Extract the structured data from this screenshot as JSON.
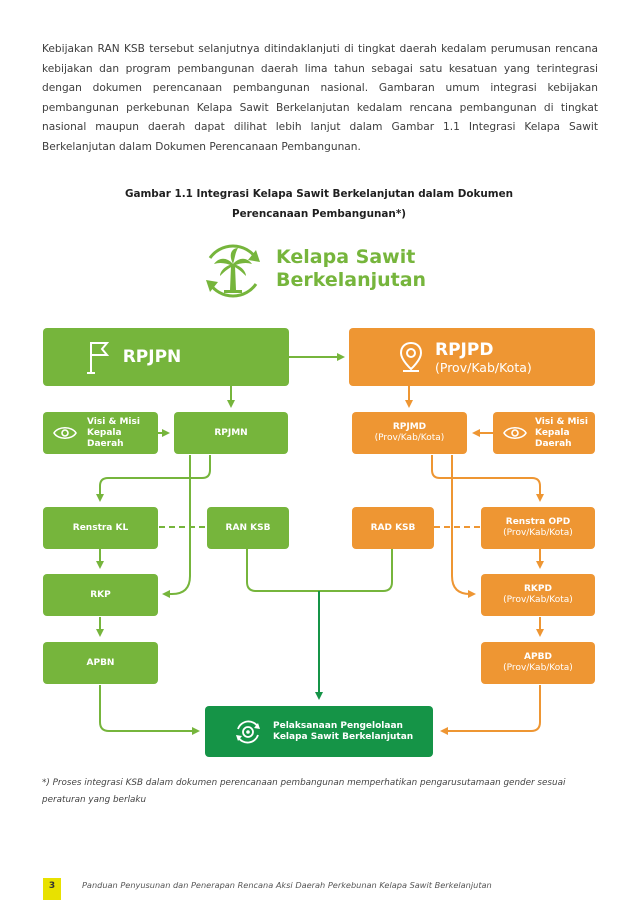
{
  "intro_paragraph": "Kebijakan RAN KSB tersebut selanjutnya ditindaklanjuti di tingkat daerah kedalam perumusan rencana kebijakan dan program pembangunan daerah lima tahun sebagai satu kesatuan yang terintegrasi dengan dokumen perencanaan pembangunan nasional. Gambaran umum integrasi kebijakan pembangunan perkebunan Kelapa Sawit Berkelanjutan kedalam rencana pembangunan di tingkat nasional maupun daerah dapat dilihat lebih lanjut dalam Gambar 1.1 Integrasi Kelapa Sawit Berkelanjutan dalam Dokumen Perencanaan Pembangunan.",
  "figure": {
    "caption": "Gambar 1.1 Integrasi Kelapa Sawit Berkelanjutan dalam Dokumen Perencanaan Pembangunan*)",
    "brand_line1": "Kelapa Sawit",
    "brand_line2": "Berkelanjutan"
  },
  "diagram": {
    "rpjpn": "RPJPN",
    "rpjpd": "RPJPD",
    "rpjpd_sub": "(Prov/Kab/Kota)",
    "visi_left": [
      "Visi & Misi",
      "Kepala",
      "Daerah"
    ],
    "rpjmn": "RPJMN",
    "rpjmd": "RPJMD",
    "rpjmd_sub": "(Prov/Kab/Kota)",
    "visi_right": [
      "Visi & Misi",
      "Kepala",
      "Daerah"
    ],
    "renstra_kl": "Renstra KL",
    "ran_ksb": "RAN KSB",
    "rad_ksb": "RAD KSB",
    "renstra_opd": "Renstra OPD",
    "renstra_opd_sub": "(Prov/Kab/Kota)",
    "rkp": "RKP",
    "rkpd": "RKPD",
    "rkpd_sub": "(Prov/Kab/Kota)",
    "apbn": "APBN",
    "apbd": "APBD",
    "apbd_sub": "(Prov/Kab/Kota)",
    "pelaksanaan_line1": "Pelaksanaan Pengelolaan",
    "pelaksanaan_line2": "Kelapa Sawit Berkelanjutan"
  },
  "colors": {
    "green": "#76b53c",
    "orange": "#ee9633",
    "dark_green": "#159447"
  },
  "footnote": "*) Proses integrasi KSB dalam dokumen perencanaan pembangunan memperhatikan pengarusutamaan gender sesuai peraturan yang berlaku",
  "footer": {
    "page_number": "3",
    "title": "Panduan Penyusunan dan Penerapan Rencana Aksi Daerah Perkebunan Kelapa Sawit Berkelanjutan"
  }
}
